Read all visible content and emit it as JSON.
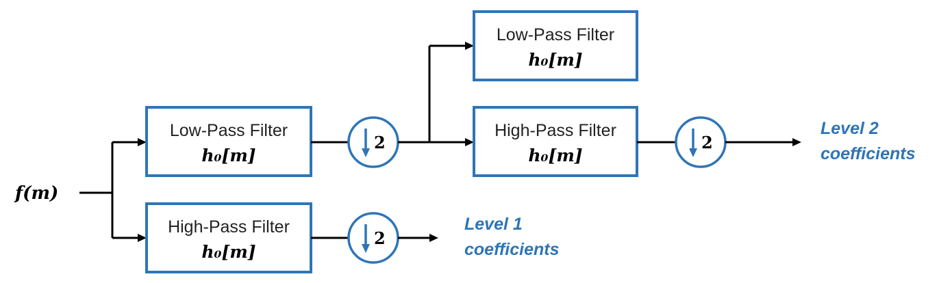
{
  "input": {
    "label": "f(m)"
  },
  "filters": {
    "level1_low": {
      "title": "Low-Pass Filter",
      "formula": "h₀[m]"
    },
    "level1_high": {
      "title": "High-Pass Filter",
      "formula": "h₀[m]"
    },
    "level2_low": {
      "title": "Low-Pass Filter",
      "formula": "h₀[m]"
    },
    "level2_high": {
      "title": "High-Pass Filter",
      "formula": "h₀[m]"
    }
  },
  "downsample": {
    "factor": "2"
  },
  "outputs": {
    "level1": {
      "line1": "Level 1",
      "line2": "coefficients"
    },
    "level2": {
      "line1": "Level 2",
      "line2": "coefficients"
    }
  },
  "colors": {
    "accent": "#2E75B6",
    "line": "#000000",
    "text": "#222222"
  },
  "icons": {
    "downsample": "down-arrow-icon"
  }
}
